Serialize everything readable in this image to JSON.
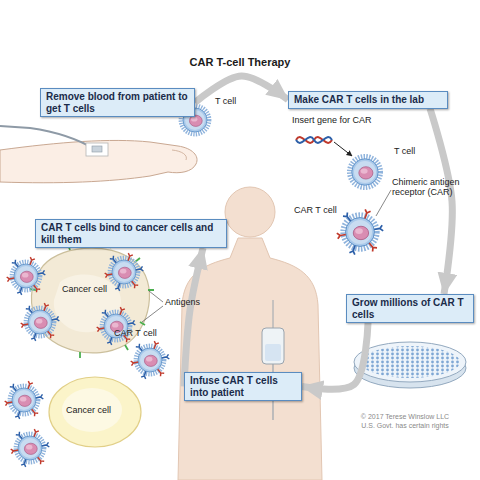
{
  "diagram": {
    "title": "CAR T-cell Therapy",
    "nodes": [
      {
        "text": [
          "Remove blood from patient to get T cells"
        ]
      },
      {
        "text": [
          "Make CAR T cells in the lab"
        ]
      },
      {
        "text": [
          "CAR T cells bind to cancer cells and kill them"
        ]
      },
      {
        "text": [
          "Grow millions of CAR T cells"
        ]
      },
      {
        "text": [
          "Infuse CAR T cells into patient"
        ]
      }
    ],
    "edges": [
      {
        "from": 0,
        "to": 1,
        "arrow": "to"
      },
      {
        "from": 1,
        "to": 3,
        "arrow": "to"
      },
      {
        "from": 3,
        "to": 4,
        "arrow": "to"
      },
      {
        "from": 4,
        "to": 2,
        "arrow": "to"
      }
    ],
    "labels": [
      "T cell",
      "Insert gene for CAR",
      "T cell",
      "Chimeric antigen receptor (CAR)",
      "CAR T cell",
      "Cancer cell",
      "Antigens",
      "CAR T cell",
      "Cancer cell",
      "© 2017 Terese Winslow LLC",
      "U.S. Govt. has certain rights"
    ]
  }
}
